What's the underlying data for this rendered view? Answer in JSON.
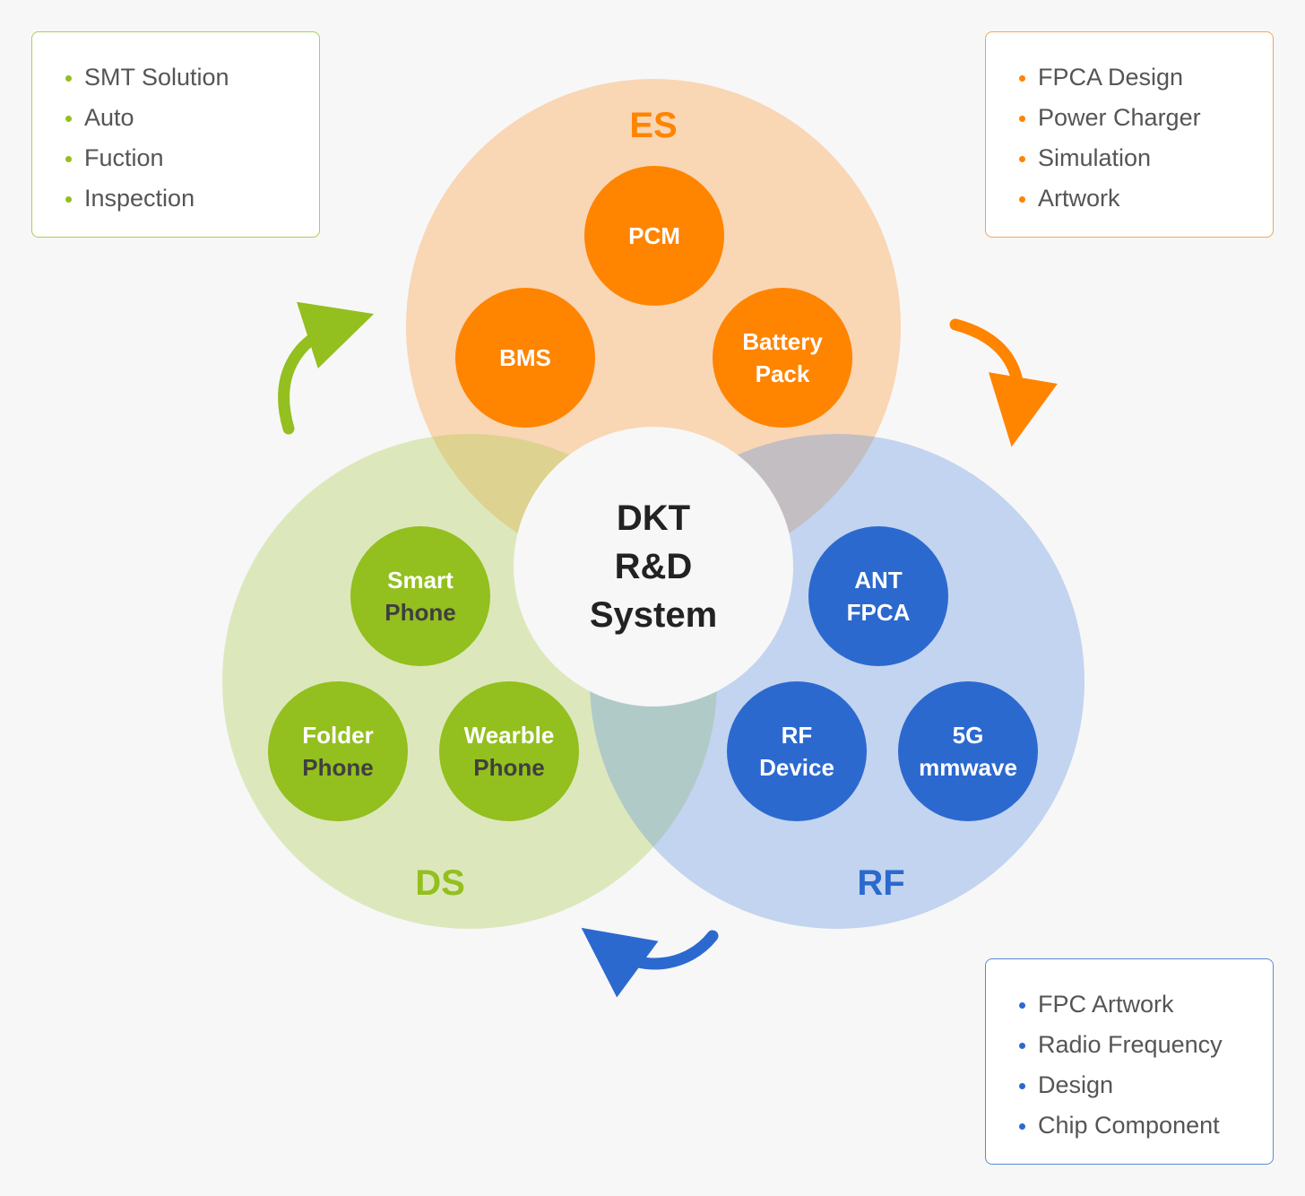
{
  "colors": {
    "es": "#ff8400",
    "es_bg": "#fdd9b4",
    "ds": "#93bf1f",
    "ds_bg": "#e0eabd",
    "rf": "#2c69cf",
    "rf_bg": "#bfd2ef"
  },
  "center": {
    "line1": "DKT",
    "line2": "R&D",
    "line3": "System"
  },
  "regions": {
    "es": {
      "title": "ES"
    },
    "ds": {
      "title": "DS"
    },
    "rf": {
      "title": "RF"
    }
  },
  "nodes": {
    "pcm": {
      "line1": "PCM"
    },
    "bms": {
      "line1": "BMS"
    },
    "battery_pack": {
      "line1": "Battery",
      "line2": "Pack"
    },
    "smart_phone": {
      "line1": "Smart",
      "line2": "Phone"
    },
    "folder_phone": {
      "line1": "Folder",
      "line2": "Phone"
    },
    "wearble_phone": {
      "line1": "Wearble",
      "line2": "Phone"
    },
    "ant_fpca": {
      "line1": "ANT",
      "line2": "FPCA"
    },
    "rf_device": {
      "line1": "RF",
      "line2": "Device"
    },
    "mmwave_5g": {
      "line1": "5G",
      "line2": "mmwave"
    }
  },
  "boxes": {
    "ds": {
      "items": [
        "SMT Solution",
        "Auto",
        "Fuction",
        "Inspection"
      ]
    },
    "es": {
      "items": [
        "FPCA Design",
        "Power Charger",
        "Simulation",
        "Artwork"
      ]
    },
    "rf": {
      "items": [
        "FPC Artwork",
        "Radio Frequency",
        "Design",
        "Chip Component"
      ]
    }
  },
  "arrows": [
    {
      "name": "green-cycle-arrow-icon",
      "color": "ds"
    },
    {
      "name": "orange-cycle-arrow-icon",
      "color": "es"
    },
    {
      "name": "blue-cycle-arrow-icon",
      "color": "rf"
    }
  ]
}
